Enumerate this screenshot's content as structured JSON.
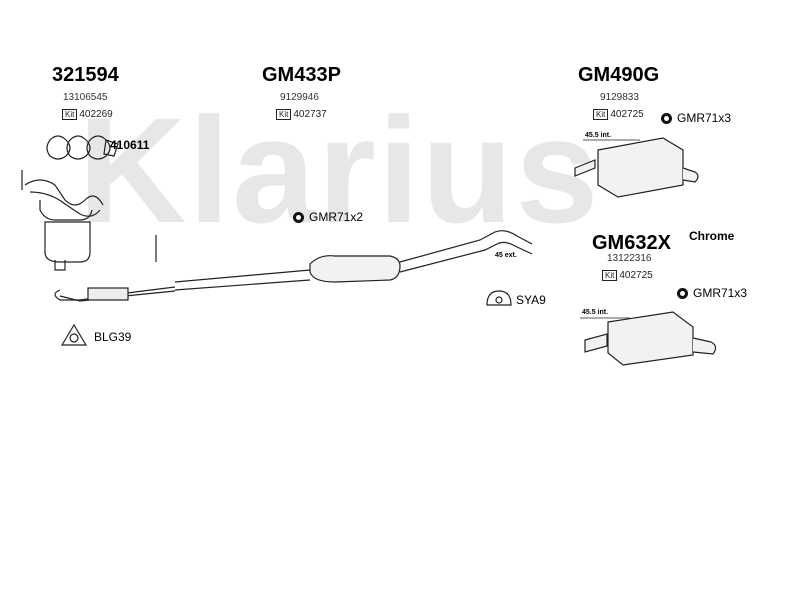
{
  "watermark": "Klarius",
  "parts": [
    {
      "part_no": "321594",
      "oem": "13106545",
      "kit_label": "Kit",
      "kit": "402269"
    },
    {
      "part_no": "GM433P",
      "oem": "9129946",
      "kit_label": "Kit",
      "kit": "402737"
    },
    {
      "part_no": "GM490G",
      "oem": "9129833",
      "kit_label": "Kit",
      "kit": "402725"
    },
    {
      "part_no": "GM632X",
      "oem": "13122316",
      "kit_label": "Kit",
      "kit": "402725"
    }
  ],
  "accessories": {
    "gasket_set": "410611",
    "mount_mid": "GMR71x2",
    "mount_rear_top": "GMR71x3",
    "mount_rear_bottom": "GMR71x3",
    "hanger": "SYA9",
    "flange": "BLG39"
  },
  "finish_label": "Chrome",
  "dimensions": {
    "rear_top_int": "45.5 int.",
    "mid_ext": "45 ext.",
    "rear_bottom_int": "45.5 int."
  }
}
